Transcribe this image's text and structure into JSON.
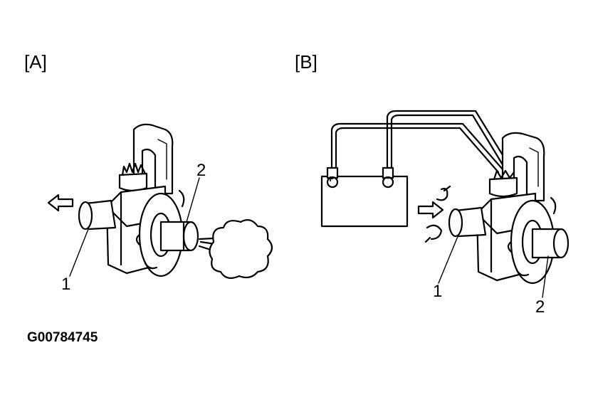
{
  "panels": {
    "a": {
      "label": "[A]",
      "callouts": [
        "1",
        "2"
      ]
    },
    "b": {
      "label": "[B]",
      "callouts": [
        "1",
        "2"
      ],
      "battery_terminals": {
        "positive": "+",
        "negative": "−"
      }
    }
  },
  "figure_id": "G00784745"
}
